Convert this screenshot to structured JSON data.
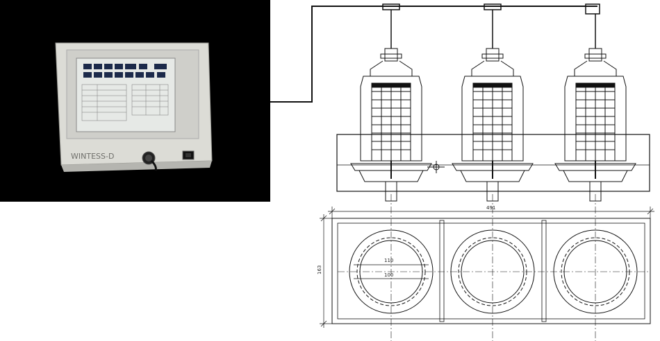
{
  "device": {
    "brand_label": "WINTESS-D",
    "screen_buttons_row1": [
      "",
      "",
      "",
      "",
      "",
      "",
      ""
    ],
    "screen_buttons_row2": [
      "",
      "",
      "",
      "",
      "",
      "",
      "",
      ""
    ]
  },
  "drawing": {
    "dim_width": "491",
    "dim_height": "163",
    "dim_outer_diameter": "110",
    "dim_inner_diameter": "100"
  },
  "colors": {
    "background": "#ffffff",
    "photo_bg": "#000000",
    "device_body": "#d9d9d4",
    "screen_bezel": "#c8c8c4",
    "screen": "#e8ebe8",
    "line": "#111111"
  }
}
